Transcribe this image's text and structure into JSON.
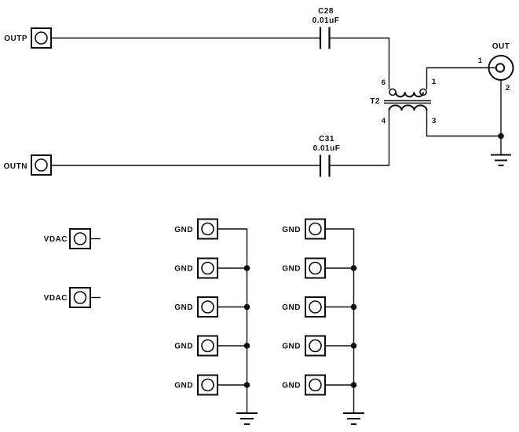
{
  "colors": {
    "ink": "#0d0d0d",
    "background": "#ffffff"
  },
  "schematic": {
    "output_path": {
      "outp_label": "OUTP",
      "outn_label": "OUTN",
      "c28": {
        "ref": "C28",
        "value": "0.01uF"
      },
      "c31": {
        "ref": "C31",
        "value": "0.01uF"
      },
      "t2": {
        "ref": "T2",
        "pin6": "6",
        "pin1": "1",
        "pin4": "4",
        "pin3": "3"
      },
      "out_connector": {
        "label": "OUT",
        "pin1": "1",
        "pin2": "2"
      }
    },
    "vdac_terminals": {
      "labels": [
        "VDAC",
        "VDAC"
      ]
    },
    "gnd_left": {
      "labels": [
        "GND",
        "GND",
        "GND",
        "GND",
        "GND"
      ]
    },
    "gnd_right": {
      "labels": [
        "GND",
        "GND",
        "GND",
        "GND",
        "GND"
      ]
    }
  }
}
